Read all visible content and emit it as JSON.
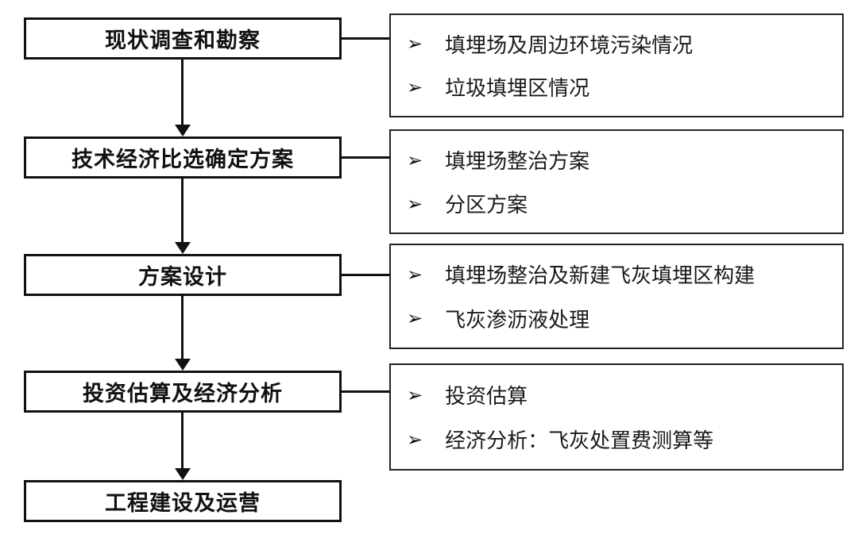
{
  "diagram": {
    "bullet_icon": "➢",
    "colors": {
      "line": "#111111",
      "background": "#ffffff",
      "box_fill": "#ffffff",
      "text": "#1a1a1a"
    },
    "stages": [
      {
        "label": "现状调查和勘察",
        "details": [
          "填埋场及周边环境污染情况",
          "垃圾填埋区情况"
        ]
      },
      {
        "label": "技术经济比选确定方案",
        "details": [
          "填埋场整治方案",
          "分区方案"
        ]
      },
      {
        "label": "方案设计",
        "details": [
          "填埋场整治及新建飞灰填埋区构建",
          "飞灰渗沥液处理"
        ]
      },
      {
        "label": "投资估算及经济分析",
        "details": [
          "投资估算",
          "经济分析：飞灰处置费测算等"
        ]
      },
      {
        "label": "工程建设及运营",
        "details": []
      }
    ]
  }
}
